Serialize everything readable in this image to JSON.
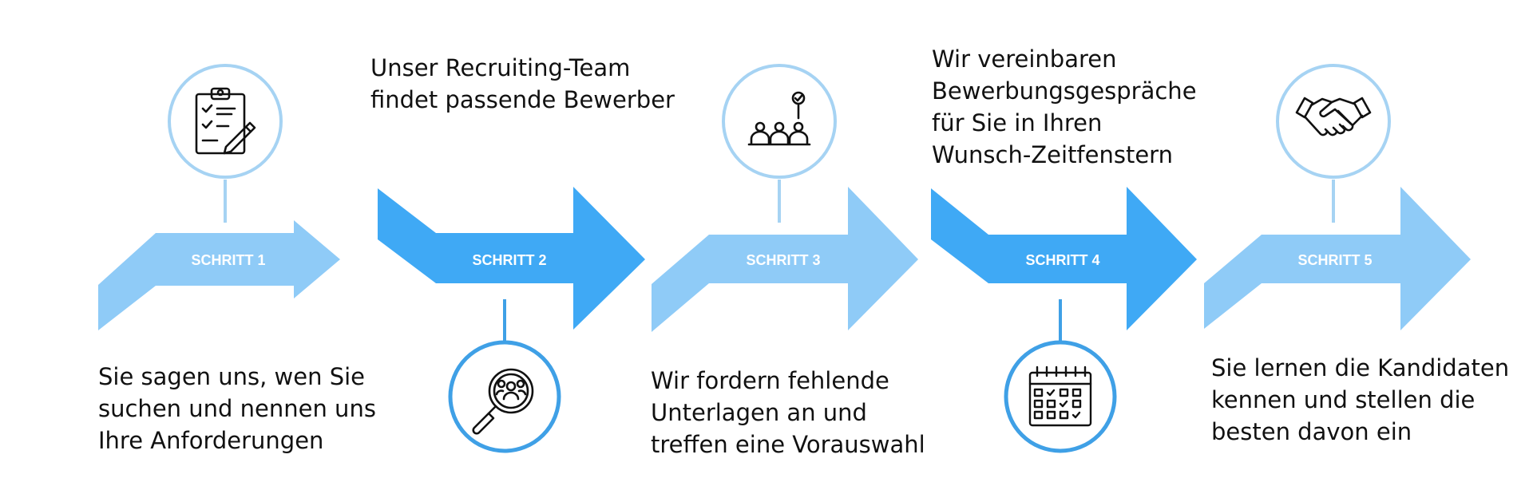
{
  "colors": {
    "light_blue": "#8FCBF7",
    "dark_blue": "#3FA9F5",
    "ring_light": "#A6D3F3",
    "ring_dark": "#3FA0E6",
    "connector": "#A6D3F3",
    "text": "#111111"
  },
  "steps": [
    {
      "label": "SCHRITT 1",
      "description": "Sie sagen uns, wen Sie\nsuchen und nennen uns\nIhre Anforderungen",
      "icon": "clipboard-checklist-icon",
      "icon_position": "top",
      "arrow_shade": "light"
    },
    {
      "label": "SCHRITT 2",
      "description": "Unser Recruiting-Team\nfindet passende Bewerber",
      "icon": "magnifier-people-icon",
      "icon_position": "bottom",
      "arrow_shade": "dark"
    },
    {
      "label": "SCHRITT 3",
      "description": "Wir fordern fehlende\nUnterlagen an und\ntreffen eine Vorauswahl",
      "icon": "candidates-selection-icon",
      "icon_position": "top",
      "arrow_shade": "light"
    },
    {
      "label": "SCHRITT 4",
      "description": "Wir vereinbaren\nBewerbungsgespräche\nfür Sie in Ihren\nWunsch-Zeitfenstern",
      "icon": "calendar-icon",
      "icon_position": "bottom",
      "arrow_shade": "dark"
    },
    {
      "label": "SCHRITT 5",
      "description": "Sie lernen die Kandidaten\nkennen und stellen die\nbesten davon ein",
      "icon": "handshake-icon",
      "icon_position": "top",
      "arrow_shade": "light"
    }
  ]
}
